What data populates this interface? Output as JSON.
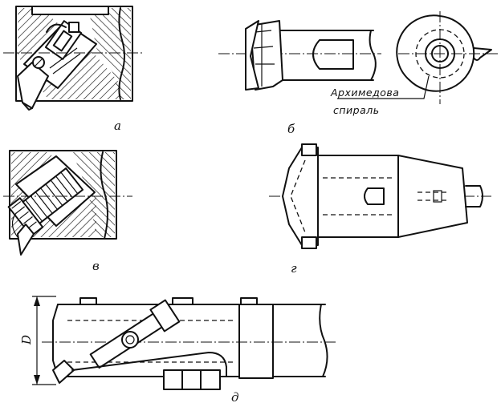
{
  "figures": [
    {
      "id": "a",
      "label": "а"
    },
    {
      "id": "b",
      "label": "б"
    },
    {
      "id": "v",
      "label": "в"
    },
    {
      "id": "g",
      "label": "г"
    },
    {
      "id": "d",
      "label": "д"
    }
  ],
  "annotations": {
    "spiral_line1": "Архимедова",
    "spiral_line2": "спираль",
    "diameter": "D"
  }
}
